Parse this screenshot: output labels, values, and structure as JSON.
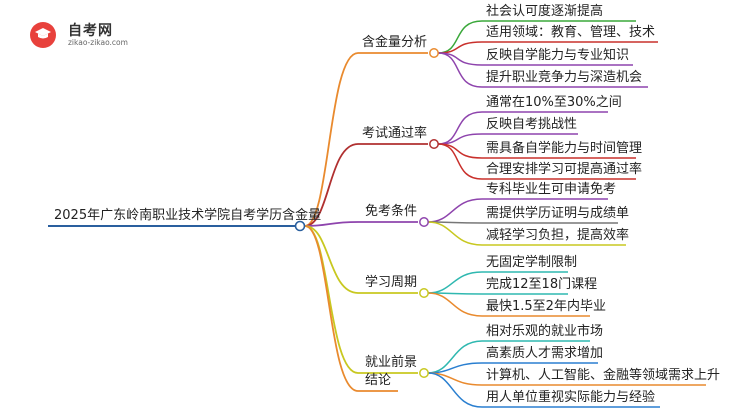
{
  "logo": {
    "name": "自考网",
    "url": "zikao-zikao.com",
    "icon": "graduation-cap-icon"
  },
  "root": {
    "label": "2025年广东岭南职业技术学院自考学历含金量",
    "color": "#2a5f9e"
  },
  "branches": [
    {
      "label": "含金量分析",
      "color": "#e98a2e",
      "children": [
        {
          "label": "社会认可度逐渐提高",
          "color": "#3aa83a"
        },
        {
          "label": "适用领域：教育、管理、技术",
          "color": "#c9302c"
        },
        {
          "label": "反映自学能力与专业知识",
          "color": "#8e44ad"
        },
        {
          "label": "提升职业竞争力与深造机会",
          "color": "#8e44ad"
        }
      ]
    },
    {
      "label": "考试通过率",
      "color": "#b03030",
      "children": [
        {
          "label": "通常在10%至30%之间",
          "color": "#8e44ad"
        },
        {
          "label": "反映自考挑战性",
          "color": "#8e44ad"
        },
        {
          "label": "需具备自学能力与时间管理",
          "color": "#c9302c"
        },
        {
          "label": "合理安排学习可提高通过率",
          "color": "#c9302c"
        }
      ]
    },
    {
      "label": "免考条件",
      "color": "#8e44ad",
      "children": [
        {
          "label": "专科毕业生可申请免考",
          "color": "#8e44ad"
        },
        {
          "label": "需提供学历证明与成绩单",
          "color": "#777777"
        },
        {
          "label": "减轻学习负担，提高效率",
          "color": "#c8c820"
        }
      ]
    },
    {
      "label": "学习周期",
      "color": "#c8c820",
      "children": [
        {
          "label": "无固定学制限制",
          "color": "#2fb8b0"
        },
        {
          "label": "完成12至18门课程",
          "color": "#2fb8b0"
        },
        {
          "label": "最快1.5至2年内毕业",
          "color": "#e98a2e"
        }
      ]
    },
    {
      "label": "就业前景",
      "color": "#c8c820",
      "children": [
        {
          "label": "相对乐观的就业市场",
          "color": "#2fb8b0"
        },
        {
          "label": "高素质人才需求增加",
          "color": "#2a7fd0"
        },
        {
          "label": "计算机、人工智能、金融等领域需求上升",
          "color": "#e98a2e"
        },
        {
          "label": "用人单位重视实际能力与经验",
          "color": "#2a7fd0"
        }
      ]
    },
    {
      "label": "结论",
      "color": "#e98a2e",
      "children": []
    }
  ]
}
